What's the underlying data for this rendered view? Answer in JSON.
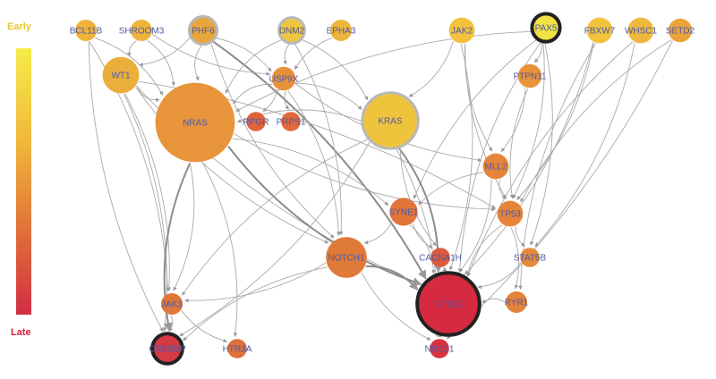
{
  "legend": {
    "early_label": "Early",
    "late_label": "Late",
    "gradient_colors": [
      "#f6ec4a",
      "#f0b83a",
      "#e2783a",
      "#d22e43"
    ]
  },
  "colors": {
    "edge": "#a9a9a9",
    "edge_strong": "#8c8c8c",
    "label": "#4a5aa8",
    "node_border_grey": "#b8b8b8",
    "node_border_black": "#222222"
  },
  "nodes": [
    {
      "id": "BCL11B",
      "label": "BCL11B",
      "color": "#f0b23a",
      "size": 1,
      "border": "none"
    },
    {
      "id": "SHROOM3",
      "label": "SHROOM3",
      "color": "#efb43c",
      "size": 1,
      "border": "none"
    },
    {
      "id": "PHF6",
      "label": "PHF6",
      "color": "#e9a63a",
      "size": 1.3,
      "border": "grey"
    },
    {
      "id": "DNM2",
      "label": "DNM2",
      "color": "#eec53e",
      "size": 1.2,
      "border": "grey"
    },
    {
      "id": "EPHA3",
      "label": "EPHA3",
      "color": "#eeb53c",
      "size": 1,
      "border": "none"
    },
    {
      "id": "JAK2",
      "label": "JAK2",
      "color": "#f2c23c",
      "size": 1.2,
      "border": "none"
    },
    {
      "id": "PAX5",
      "label": "PAX5",
      "color": "#f2e144",
      "size": 1.3,
      "border": "black"
    },
    {
      "id": "FBXW7",
      "label": "FBXW7",
      "color": "#f2c23c",
      "size": 1.2,
      "border": "none"
    },
    {
      "id": "WHSC1",
      "label": "WHSC1",
      "color": "#eeb83c",
      "size": 1.2,
      "border": "none"
    },
    {
      "id": "SETD2",
      "label": "SETD2",
      "color": "#eaa33a",
      "size": 1.1,
      "border": "none"
    },
    {
      "id": "WT1",
      "label": "WT1",
      "color": "#ebae3b",
      "size": 1.7,
      "border": "none"
    },
    {
      "id": "USP9X",
      "label": "USP9X",
      "color": "#e8913a",
      "size": 1.1,
      "border": "none"
    },
    {
      "id": "PTPN11",
      "label": "PTPN11",
      "color": "#e8933a",
      "size": 1.1,
      "border": "none"
    },
    {
      "id": "NRAS",
      "label": "NRAS",
      "color": "#e7943b",
      "size": 3.7,
      "border": "none"
    },
    {
      "id": "RPGR",
      "label": "RPGR",
      "color": "#e0633a",
      "size": 0.9,
      "border": "none"
    },
    {
      "id": "PRPS1",
      "label": "PRPS1",
      "color": "#e0693a",
      "size": 0.9,
      "border": "none"
    },
    {
      "id": "KRAS",
      "label": "KRAS",
      "color": "#efc43d",
      "size": 2.6,
      "border": "grey"
    },
    {
      "id": "MLL2",
      "label": "MLL2",
      "color": "#e6853a",
      "size": 1.2,
      "border": "none"
    },
    {
      "id": "SYNE1",
      "label": "SYNE1",
      "color": "#e3743a",
      "size": 1.3,
      "border": "none"
    },
    {
      "id": "TP53",
      "label": "TP53",
      "color": "#e6843a",
      "size": 1.2,
      "border": "none"
    },
    {
      "id": "NOTCH1",
      "label": "NOTCH1",
      "color": "#e07a38",
      "size": 1.9,
      "border": "none"
    },
    {
      "id": "CACNA1H",
      "label": "CACNA1H",
      "color": "#dd5a3c",
      "size": 0.9,
      "border": "none"
    },
    {
      "id": "STAT5B",
      "label": "STAT5B",
      "color": "#e5893a",
      "size": 0.9,
      "border": "none"
    },
    {
      "id": "JAK3",
      "label": "JAK3",
      "color": "#e0773a",
      "size": 1,
      "border": "none"
    },
    {
      "id": "NT5C2",
      "label": "NT5C2",
      "color": "#d52a40",
      "size": 2.9,
      "border": "black"
    },
    {
      "id": "RYR1",
      "label": "RYR1",
      "color": "#e4833a",
      "size": 1,
      "border": "none"
    },
    {
      "id": "CREBBP",
      "label": "CREBBP",
      "color": "#d73a44",
      "size": 1.4,
      "border": "black"
    },
    {
      "id": "HTR3A",
      "label": "HTR3A",
      "color": "#e0713a",
      "size": 0.9,
      "border": "none"
    },
    {
      "id": "NR3C1",
      "label": "NR3C1",
      "color": "#d83340",
      "size": 0.9,
      "border": "none"
    }
  ],
  "edges": [
    [
      "BCL11B",
      "JAK3",
      1
    ],
    [
      "BCL11B",
      "CREBBP",
      1
    ],
    [
      "BCL11B",
      "NRAS",
      1
    ],
    [
      "SHROOM3",
      "WT1",
      1
    ],
    [
      "SHROOM3",
      "NRAS",
      1
    ],
    [
      "SHROOM3",
      "USP9X",
      1
    ],
    [
      "PHF6",
      "WT1",
      1
    ],
    [
      "PHF6",
      "NRAS",
      1
    ],
    [
      "PHF6",
      "USP9X",
      1
    ],
    [
      "PHF6",
      "NOTCH1",
      1
    ],
    [
      "PHF6",
      "NT5C2",
      2
    ],
    [
      "DNM2",
      "USP9X",
      1
    ],
    [
      "DNM2",
      "NOTCH1",
      1
    ],
    [
      "DNM2",
      "NRAS",
      1
    ],
    [
      "DNM2",
      "KRAS",
      1
    ],
    [
      "EPHA3",
      "USP9X",
      1
    ],
    [
      "USP9X",
      "RPGR",
      1
    ],
    [
      "USP9X",
      "PRPS1",
      1
    ],
    [
      "USP9X",
      "KRAS",
      1
    ],
    [
      "USP9X",
      "MLL2",
      1
    ],
    [
      "USP9X",
      "NOTCH1",
      1
    ],
    [
      "USP9X",
      "NRAS",
      1
    ],
    [
      "JAK2",
      "KRAS",
      1
    ],
    [
      "JAK2",
      "MLL2",
      1
    ],
    [
      "JAK2",
      "NT5C2",
      1
    ],
    [
      "JAK2",
      "TP53",
      1
    ],
    [
      "PAX5",
      "PTPN11",
      1
    ],
    [
      "PAX5",
      "SYNE1",
      1
    ],
    [
      "PAX5",
      "TP53",
      1
    ],
    [
      "PAX5",
      "NT5C2",
      1
    ],
    [
      "PAX5",
      "STAT5B",
      1
    ],
    [
      "PAX5",
      "NRAS",
      1
    ],
    [
      "PTPN11",
      "MLL2",
      1
    ],
    [
      "PTPN11",
      "TP53",
      1
    ],
    [
      "FBXW7",
      "NT5C2",
      1
    ],
    [
      "FBXW7",
      "RYR1",
      1
    ],
    [
      "FBXW7",
      "TP53",
      1
    ],
    [
      "WHSC1",
      "NT5C2",
      1
    ],
    [
      "WHSC1",
      "STAT5B",
      1
    ],
    [
      "SETD2",
      "TP53",
      1
    ],
    [
      "SETD2",
      "NR3C1",
      1
    ],
    [
      "WT1",
      "NRAS",
      1
    ],
    [
      "WT1",
      "JAK3",
      1
    ],
    [
      "WT1",
      "NT5C2",
      1
    ],
    [
      "WT1",
      "CREBBP",
      1
    ],
    [
      "WT1",
      "NOTCH1",
      1
    ],
    [
      "WT1",
      "TP53",
      1
    ],
    [
      "NRAS",
      "CREBBP",
      2
    ],
    [
      "NRAS",
      "JAK3",
      1
    ],
    [
      "NRAS",
      "NT5C2",
      2
    ],
    [
      "NRAS",
      "SYNE1",
      1
    ],
    [
      "NRAS",
      "TP53",
      1
    ],
    [
      "NRAS",
      "HTR3A",
      1
    ],
    [
      "KRAS",
      "NRAS",
      1
    ],
    [
      "KRAS",
      "CREBBP",
      1
    ],
    [
      "KRAS",
      "JAK3",
      1
    ],
    [
      "KRAS",
      "NT5C2",
      2
    ],
    [
      "KRAS",
      "CACNA1H",
      1
    ],
    [
      "KRAS",
      "NR3C1",
      1
    ],
    [
      "MLL2",
      "TP53",
      1
    ],
    [
      "MLL2",
      "NT5C2",
      1
    ],
    [
      "MLL2",
      "SYNE1",
      1
    ],
    [
      "SYNE1",
      "NT5C2",
      1
    ],
    [
      "SYNE1",
      "CACNA1H",
      1
    ],
    [
      "SYNE1",
      "NOTCH1",
      1
    ],
    [
      "TP53",
      "NT5C2",
      1
    ],
    [
      "TP53",
      "RYR1",
      1
    ],
    [
      "TP53",
      "STAT5B",
      1
    ],
    [
      "NOTCH1",
      "NT5C2",
      2
    ],
    [
      "NOTCH1",
      "CREBBP",
      1
    ],
    [
      "NOTCH1",
      "JAK3",
      1
    ],
    [
      "NOTCH1",
      "NR3C1",
      1
    ],
    [
      "STAT5B",
      "NT5C2",
      1
    ],
    [
      "RYR1",
      "NT5C2",
      1
    ],
    [
      "JAK3",
      "CREBBP",
      1
    ],
    [
      "JAK3",
      "HTR3A",
      1
    ],
    [
      "CACNA1H",
      "NT5C2",
      1
    ],
    [
      "NT5C2",
      "NR3C1",
      1
    ]
  ]
}
